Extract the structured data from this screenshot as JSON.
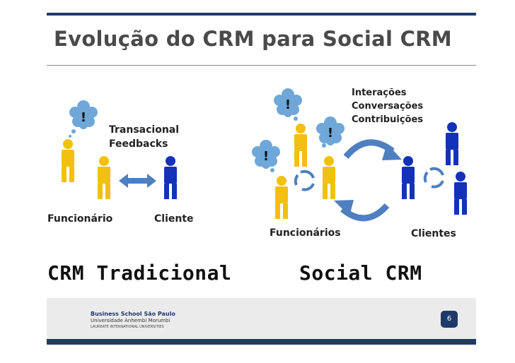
{
  "title": "Evolução do CRM para Social CRM",
  "left": {
    "bubble_mark": "!",
    "relation_lines": [
      "Transacional",
      "Feedbacks"
    ],
    "label_employee": "Funcionário",
    "label_client": "Cliente",
    "caption": "CRM Tradicional"
  },
  "right": {
    "bubble_mark": "!",
    "interaction_lines": [
      "Interações",
      "Conversações",
      "Contribuições"
    ],
    "label_employees": "Funcionários",
    "label_clients": "Clientes",
    "caption": "Social CRM"
  },
  "footer": {
    "school_name": "Business School São Paulo",
    "school_sub": "Universidade Anhembi Morumbi",
    "school_network": "LAUREATE INTERNATIONAL UNIVERSITIES",
    "page_number": "6"
  },
  "colors": {
    "navy": "#1f3a68",
    "employee_yellow": "#f2c010",
    "client_blue": "#1432b8",
    "arrow_blue": "#4f7fbf",
    "bubble_blue": "#6ea7d8"
  }
}
